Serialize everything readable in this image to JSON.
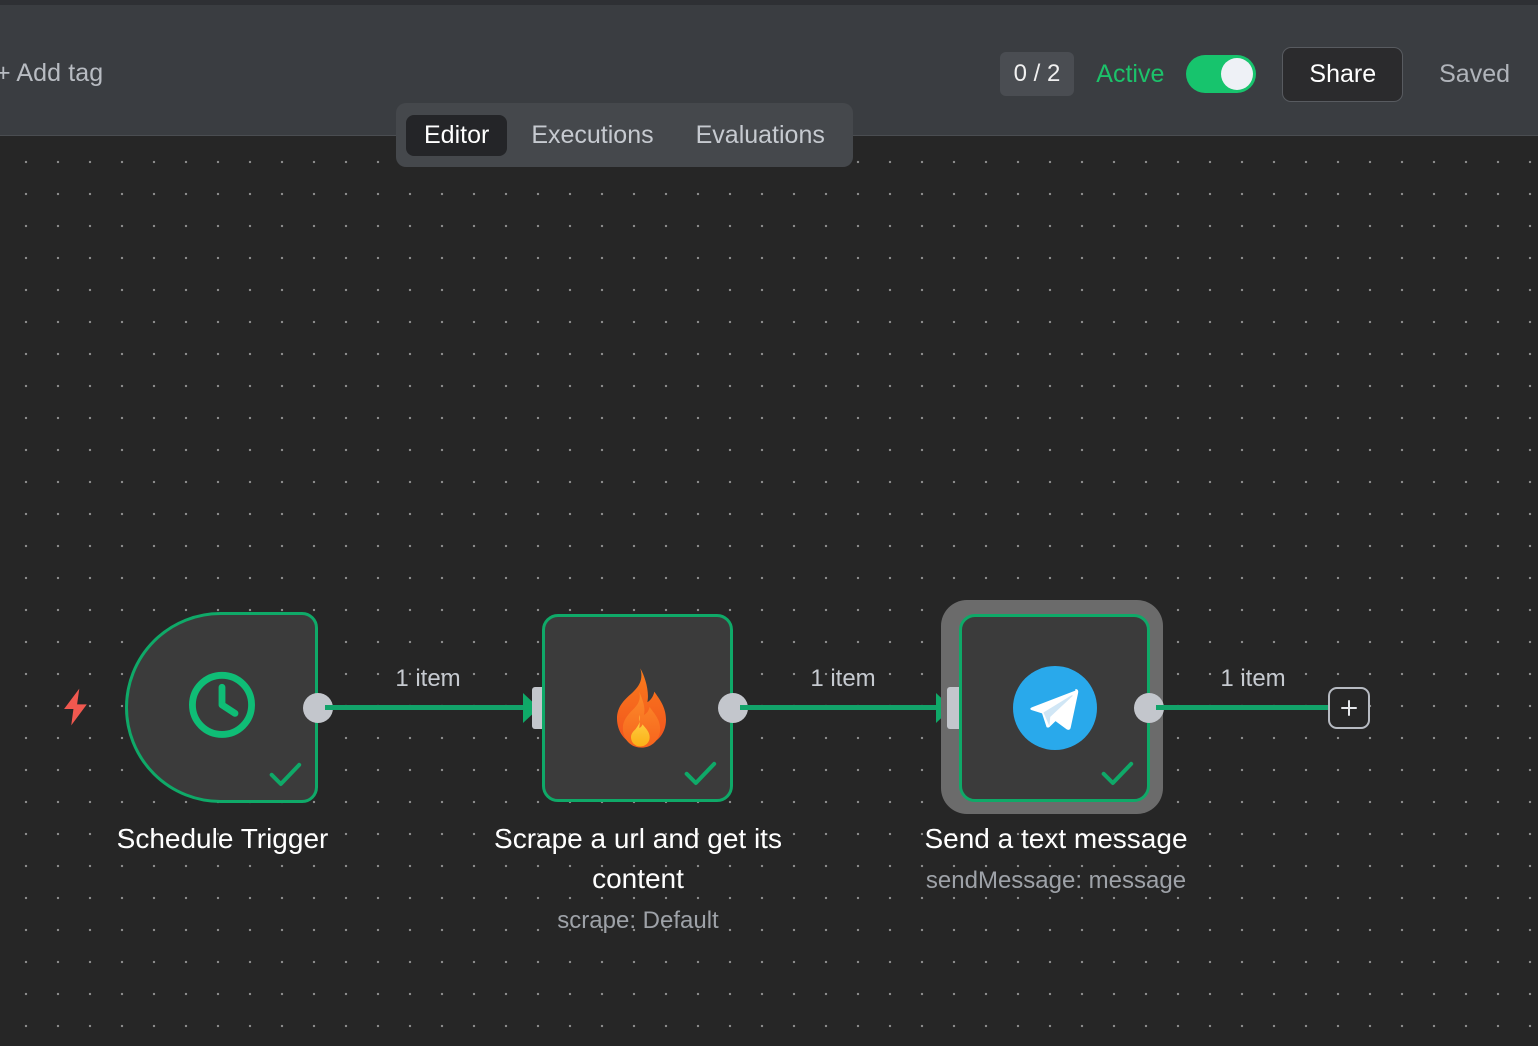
{
  "header": {
    "add_tag_label": "+ Add tag",
    "executions_count": "0 / 2",
    "active_label": "Active",
    "active_toggle_on": true,
    "share_label": "Share",
    "saved_label": "Saved",
    "toggle_color": "#17c46d",
    "active_text_color": "#1cc26a"
  },
  "tabs": [
    {
      "label": "Editor",
      "active": true
    },
    {
      "label": "Executions",
      "active": false
    },
    {
      "label": "Evaluations",
      "active": false
    }
  ],
  "canvas": {
    "background_color": "#262626",
    "grid_dot_color": "#8a8a8a",
    "node_border_color": "#0fa968",
    "node_fill_color": "#3b3b3b",
    "connection_color": "#12a36a",
    "selection_halo_color": "#6b6b6b",
    "trigger_bolt_color": "#f0584f",
    "nodes": [
      {
        "id": "schedule-trigger",
        "title": "Schedule Trigger",
        "subtitle": "",
        "icon": "clock-icon",
        "icon_color": "#0fa968",
        "is_trigger": true,
        "selected": false,
        "status": "success"
      },
      {
        "id": "firecrawl-scrape",
        "title": "Scrape a url and get its content",
        "subtitle": "scrape: Default",
        "icon": "flame-icon",
        "is_trigger": false,
        "selected": false,
        "status": "success"
      },
      {
        "id": "telegram-send",
        "title": "Send a text message",
        "subtitle": "sendMessage: message",
        "icon": "telegram-icon",
        "icon_color": "#29a9eb",
        "is_trigger": false,
        "selected": true,
        "status": "success"
      }
    ],
    "connections": [
      {
        "label": "1 item",
        "from": "schedule-trigger",
        "to": "firecrawl-scrape"
      },
      {
        "label": "1 item",
        "from": "firecrawl-scrape",
        "to": "telegram-send"
      },
      {
        "label": "1 item",
        "from": "telegram-send",
        "to": "add-node-plus"
      }
    ],
    "add_node_label": "+"
  }
}
